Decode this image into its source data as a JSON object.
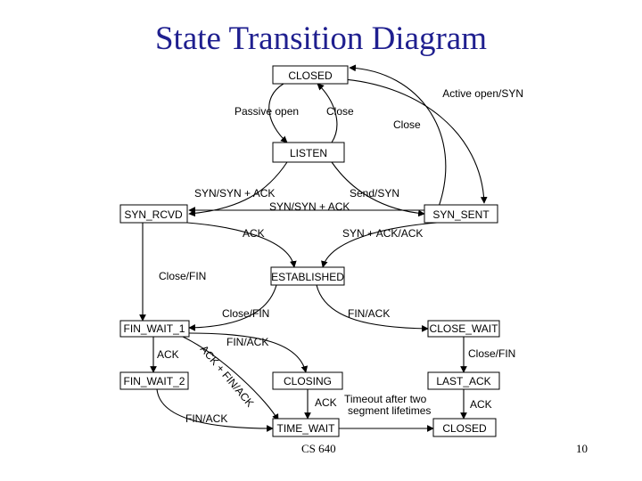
{
  "title": "State Transition Diagram",
  "footer": {
    "course": "CS 640",
    "page": "10"
  },
  "states": {
    "closed": "CLOSED",
    "listen": "LISTEN",
    "syn_rcvd": "SYN_RCVD",
    "syn_sent": "SYN_SENT",
    "established": "ESTABLISHED",
    "fin_wait_1": "FIN_WAIT_1",
    "close_wait": "CLOSE_WAIT",
    "fin_wait_2": "FIN_WAIT_2",
    "closing": "CLOSING",
    "last_ack": "LAST_ACK",
    "time_wait": "TIME_WAIT",
    "closed_final": "CLOSED"
  },
  "labels": {
    "active_open": "Active open/SYN",
    "passive_open": "Passive open",
    "close_1": "Close",
    "close_2": "Close",
    "syn_synack": "SYN/SYN + ACK",
    "send_syn": "Send/SYN",
    "syn_synack_2": "SYN/SYN + ACK",
    "ack": "ACK",
    "synack_ack": "SYN + ACK/ACK",
    "close_fin_1": "Close/FIN",
    "close_fin_2": "Close/FIN",
    "fin_ack_1": "FIN/ACK",
    "fin_ack_2": "FIN/ACK",
    "ack_2": "ACK",
    "ack_fin_ack": "ACK + FIN/ACK",
    "close_fin_3": "Close/FIN",
    "fin_ack_3": "FIN/ACK",
    "ack_3": "ACK",
    "timeout": "Timeout after two",
    "segment_lifetimes": "segment lifetimes",
    "ack_4": "ACK"
  }
}
